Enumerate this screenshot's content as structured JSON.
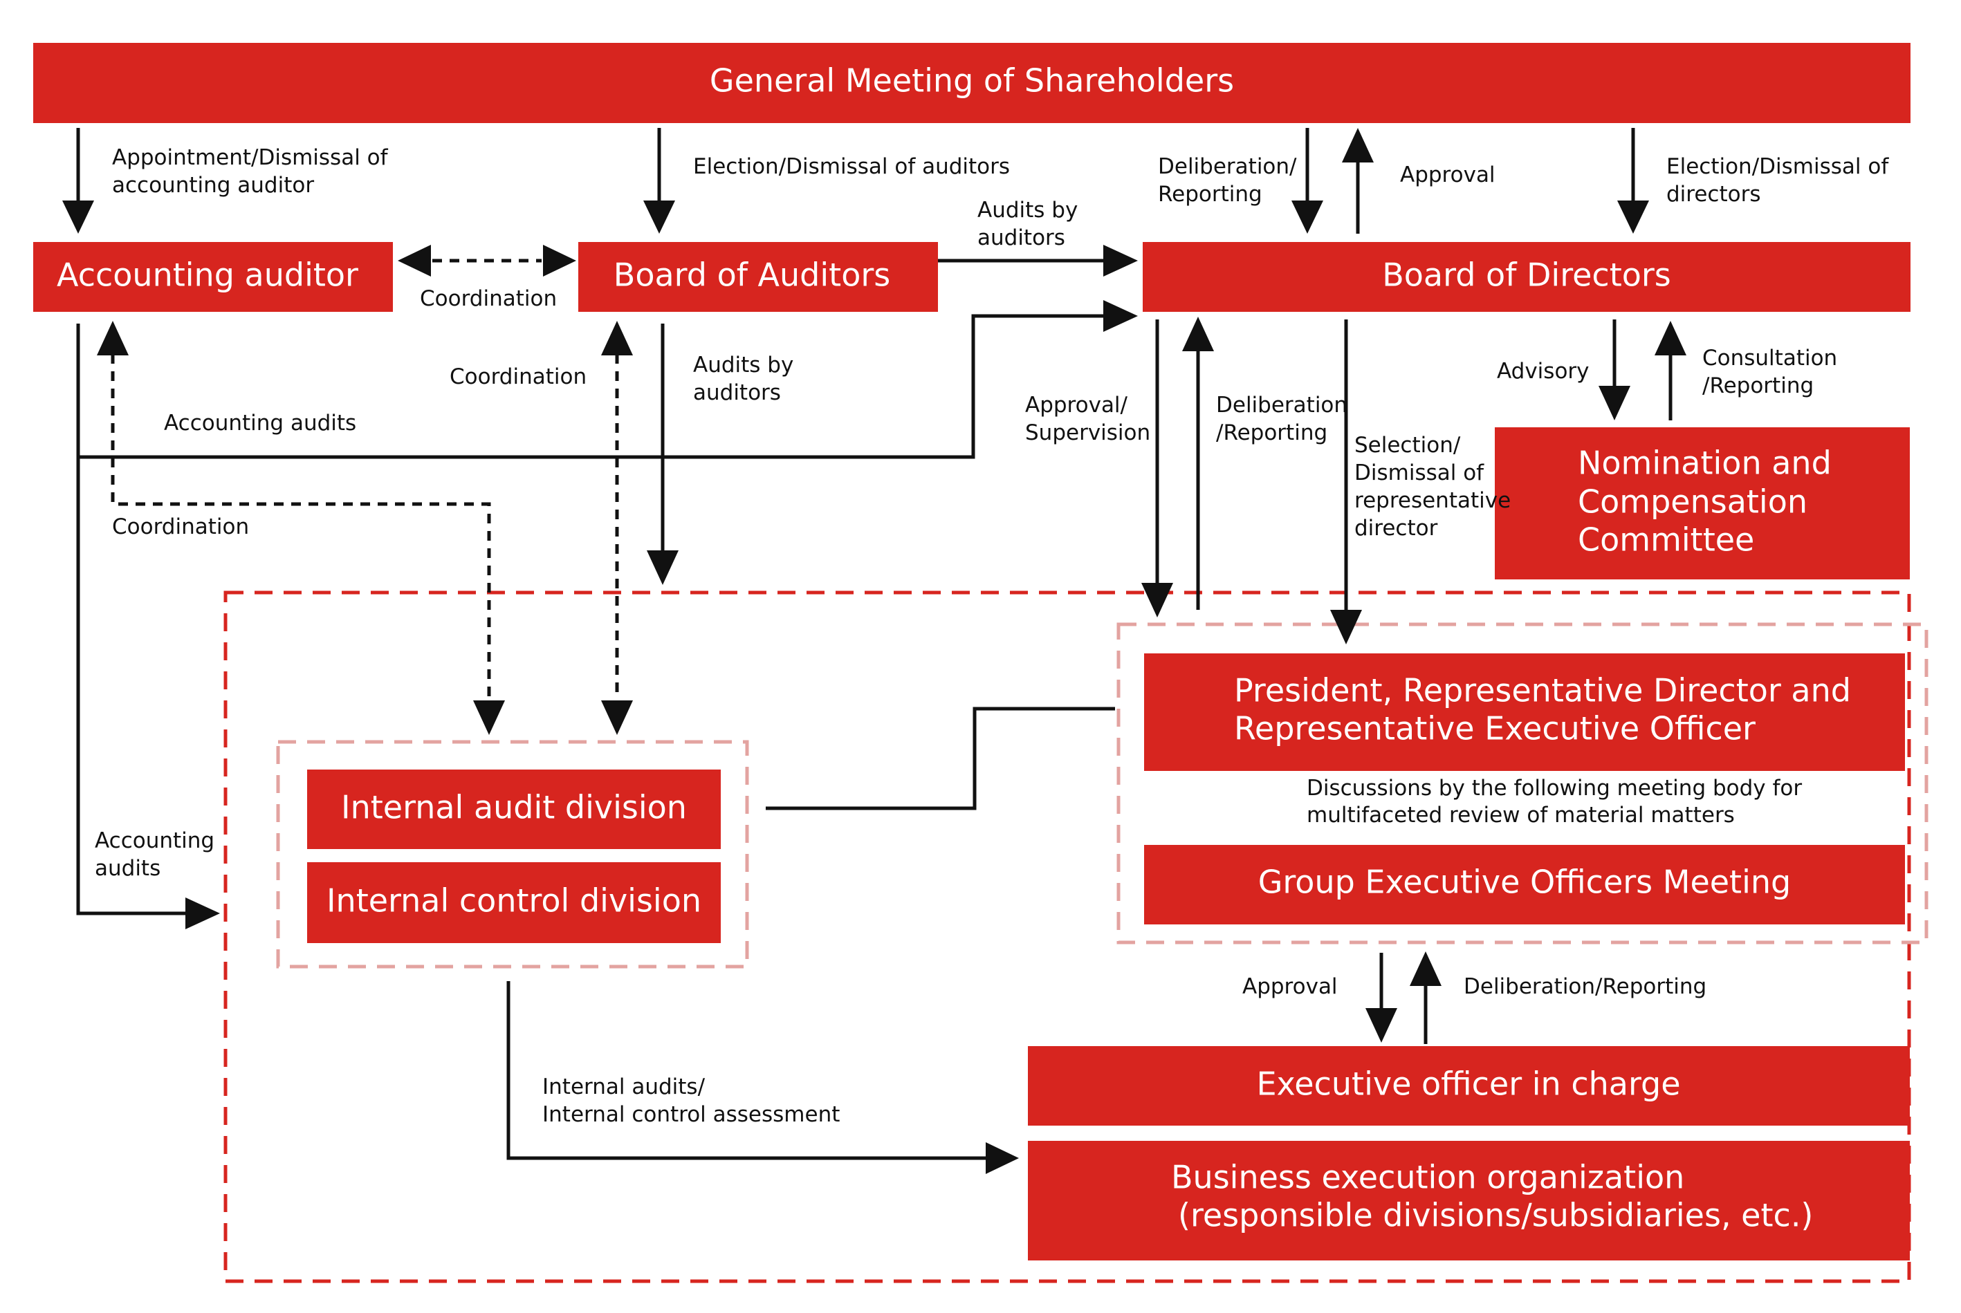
{
  "colors": {
    "box": "#d7251f",
    "arrow": "#111111",
    "outer_dashed": "#d7251f",
    "inner_dashed": "#e3a3a0"
  },
  "boxes": {
    "shareholders": "General Meeting of Shareholders",
    "accounting_auditor": "Accounting auditor",
    "board_of_auditors": "Board of Auditors",
    "board_of_directors": "Board of Directors",
    "nomination": [
      "Nomination and",
      "Compensation",
      "Committee"
    ],
    "president": [
      "President, Representative Director and",
      "Representative Executive Officer"
    ],
    "group_exec_meeting": "Group Executive Officers Meeting",
    "internal_audit": "Internal audit division",
    "internal_control": "Internal control division",
    "executive_officer": "Executive officer in charge",
    "business_execution": [
      "Business execution organization",
      "(responsible divisions/subsidiaries, etc.)"
    ]
  },
  "labels": {
    "appointment": [
      "Appointment/Dismissal of",
      "accounting auditor"
    ],
    "election_auditors": "Election/Dismissal of auditors",
    "deliberation_reporting_top": [
      "Deliberation/",
      "Reporting"
    ],
    "approval_top": "Approval",
    "election_directors": [
      "Election/Dismissal of",
      "directors"
    ],
    "coordination_1": "Coordination",
    "audits_by_auditors_1": [
      "Audits by",
      "auditors"
    ],
    "coordination_2": "Coordination",
    "audits_by_auditors_2": [
      "Audits by",
      "auditors"
    ],
    "accounting_audits_1": "Accounting audits",
    "coordination_3": "Coordination",
    "approval_supervision": [
      "Approval/",
      "Supervision"
    ],
    "deliberation_reporting_mid": [
      "Deliberation",
      "/Reporting"
    ],
    "selection_dismissal": [
      "Selection/",
      "Dismissal of",
      "representative",
      "director"
    ],
    "advisory": "Advisory",
    "consultation_reporting": [
      "Consultation",
      "/Reporting"
    ],
    "discussions": [
      "Discussions by the following meeting body for",
      "multifaceted review of material matters"
    ],
    "accounting_audits_2": [
      "Accounting",
      "audits"
    ],
    "approval_bottom": "Approval",
    "deliberation_reporting_bottom": "Deliberation/Reporting",
    "internal_audits": [
      "Internal audits/",
      "Internal control assessment"
    ]
  }
}
